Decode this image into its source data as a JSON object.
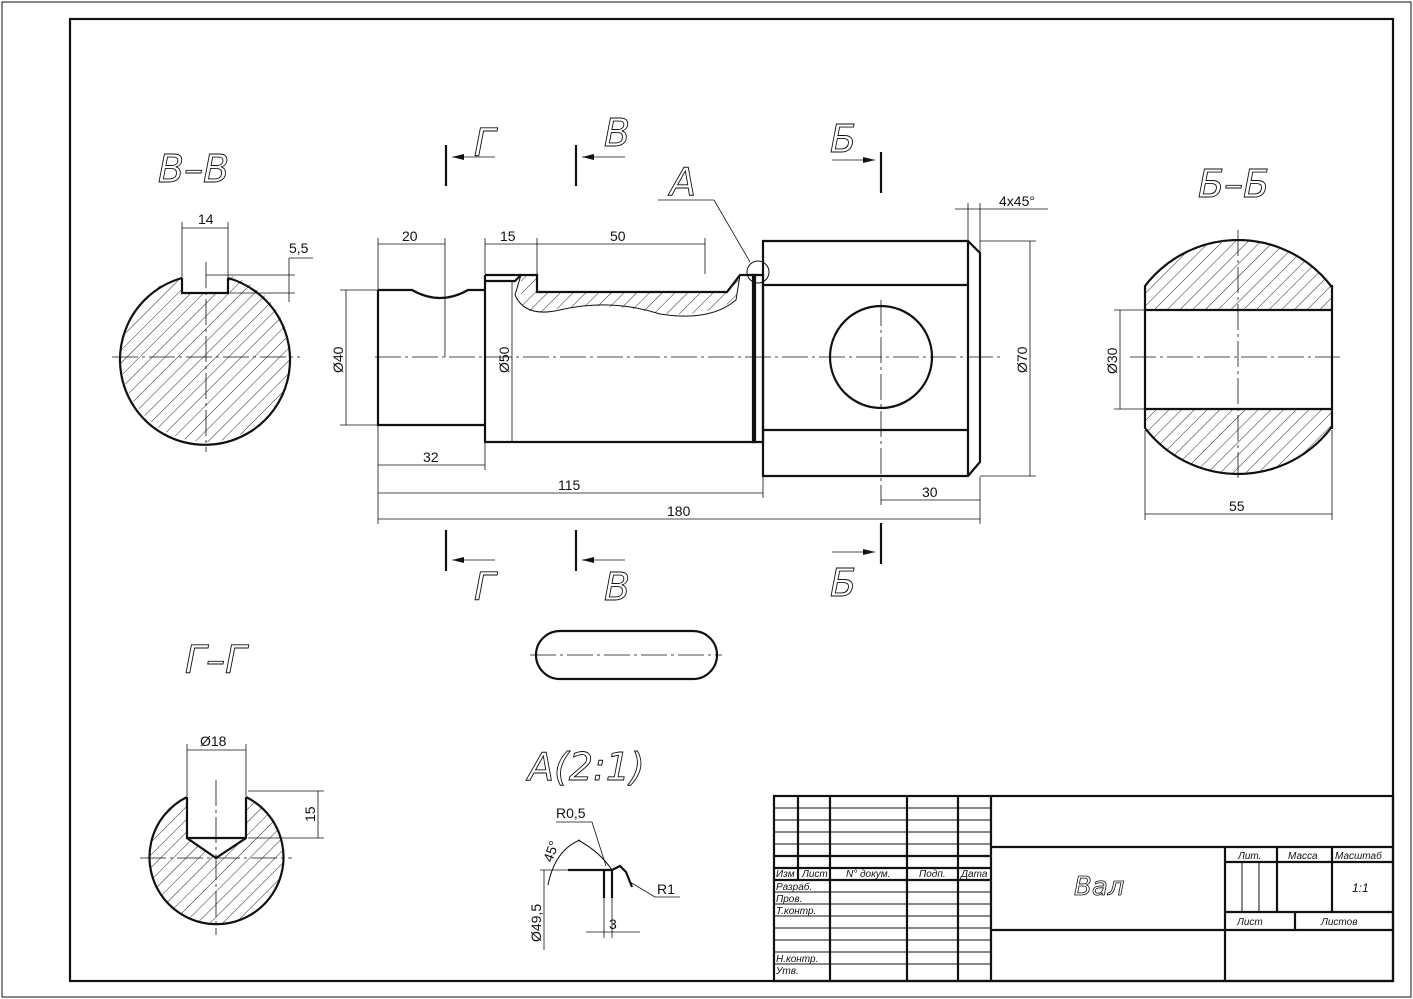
{
  "labels": {
    "section_v": "В–В",
    "section_b": "Б–Б",
    "section_g": "Г–Г",
    "view_a": "А",
    "detail_a": "А(2:1)",
    "cut_g": "Г",
    "cut_v": "В",
    "cut_b": "Б"
  },
  "dimensions": {
    "key_width": "14",
    "key_depth": "5,5",
    "len_20": "20",
    "len_15": "15",
    "len_50": "50",
    "chamfer": "4x45°",
    "dia_40": "Ø40",
    "dia_50": "Ø50",
    "dia_70": "Ø70",
    "len_32": "32",
    "len_115": "115",
    "len_180": "180",
    "len_30": "30",
    "dia_30": "Ø30",
    "width_55": "55",
    "dia_18": "Ø18",
    "depth_15": "15",
    "r05": "R0,5",
    "angle_45": "45°",
    "r1": "R1",
    "dia_495": "Ø49,5",
    "len_3": "3"
  },
  "title_block": {
    "izm": "Изм",
    "list": "Лист",
    "ndokum": "N° докум.",
    "podp": "Подп.",
    "data": "Дата",
    "razrab": "Разраб.",
    "prov": "Пров.",
    "tkontr": "Т.контр.",
    "nkontr": "Н.контр.",
    "utv": "Утв.",
    "name": "Вал",
    "lit": "Лит.",
    "massa": "Масса",
    "masshtab": "Масштаб",
    "scale": "1:1",
    "list2": "Лист",
    "listov": "Листов"
  }
}
